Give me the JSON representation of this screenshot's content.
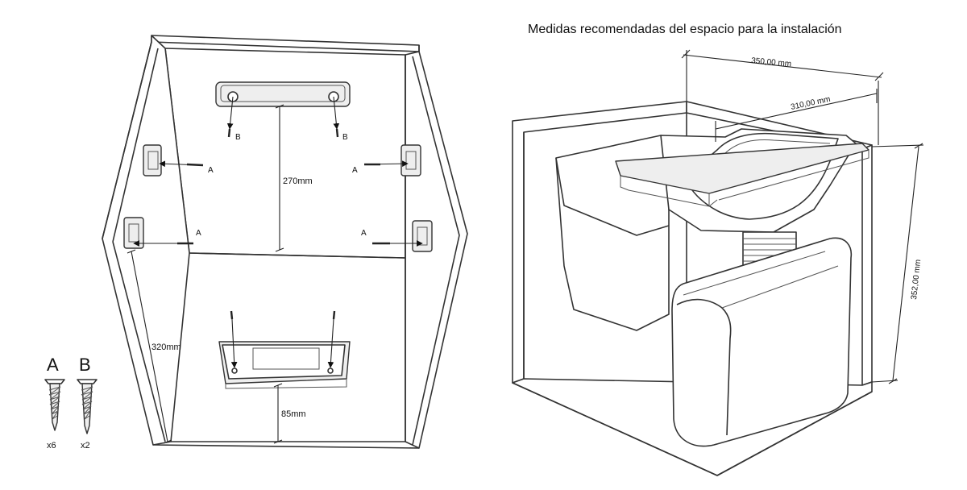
{
  "title": "Medidas recomendadas del espacio para la instalación",
  "left_panel": {
    "screw_labels": {
      "a": "A",
      "b": "B"
    },
    "dims": {
      "top_bracket": "270mm",
      "side_height": "320mm",
      "bottom_bracket": "85mm"
    },
    "legend": {
      "a": {
        "letter": "A",
        "qty": "x6"
      },
      "b": {
        "letter": "B",
        "qty": "x2"
      }
    }
  },
  "right_panel": {
    "dims": {
      "width": "350,00 mm",
      "depth": "310,00 mm",
      "height": "352,00 mm"
    }
  }
}
